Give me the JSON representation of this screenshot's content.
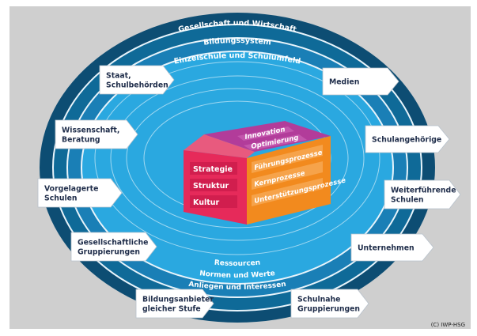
{
  "colors": {
    "background": "#cfcfcf",
    "ring_dark": "#0d4d73",
    "ring_mid": "#0f6a98",
    "ring_light": "#1a90c9",
    "core": "#2aa8e0",
    "arrow_fill": "#ffffff",
    "arrow_text": "#1f2d4a",
    "house_red": "#e62a5a",
    "house_red_dark": "#c51f4a",
    "house_orange": "#f28a1e",
    "house_purple": "#b23c9a"
  },
  "outer_rings": {
    "top": [
      "Gesellschaft und Wirtschaft",
      "Bildungssystem",
      "Einzelschule und Schulumfeld"
    ],
    "bottom": [
      "Ressourcen",
      "Normen und Werte",
      "Anliegen und Interessen"
    ]
  },
  "stakeholders": {
    "left": [
      {
        "lines": [
          "Staat,",
          "Schulbehörden"
        ]
      },
      {
        "lines": [
          "Wissenschaft,",
          "Beratung"
        ]
      },
      {
        "lines": [
          "Vorgelagerte",
          "Schulen"
        ]
      },
      {
        "lines": [
          "Gesellschaftliche",
          "Gruppierungen"
        ]
      },
      {
        "lines": [
          "Bildungsanbieter",
          "gleicher Stufe"
        ]
      }
    ],
    "right": [
      {
        "lines": [
          "Medien"
        ]
      },
      {
        "lines": [
          "Schulangehörige"
        ]
      },
      {
        "lines": [
          "Weiterführende",
          "Schulen"
        ]
      },
      {
        "lines": [
          "Unternehmen"
        ]
      },
      {
        "lines": [
          "Schulnahe",
          "Gruppierungen"
        ]
      }
    ]
  },
  "house": {
    "left_face": [
      "Strategie",
      "Struktur",
      "Kultur"
    ],
    "right_face": [
      "Führungsprozesse",
      "Kernprozesse",
      "Unterstützungsprozesse"
    ],
    "roof": [
      "Innovation",
      "Optimierung"
    ]
  },
  "copyright": "(C) IWP-HSG"
}
